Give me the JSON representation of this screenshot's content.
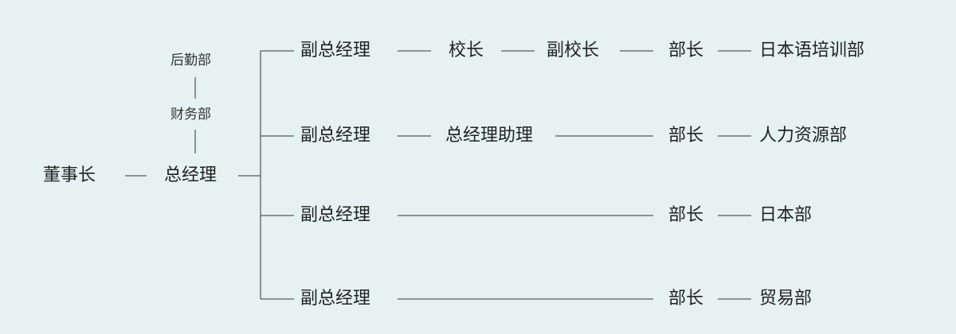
{
  "org_chart": {
    "chairman": "董事长",
    "general_manager": "总经理",
    "logistics_dept": "后勤部",
    "finance_dept": "财务部",
    "branches": [
      {
        "vp": "副总经理",
        "chain": [
          "校长",
          "副校长"
        ],
        "head": "部长",
        "department": "日本语培训部"
      },
      {
        "vp": "副总经理",
        "chain": [
          "总经理助理"
        ],
        "head": "部长",
        "department": "人力资源部"
      },
      {
        "vp": "副总经理",
        "chain": [],
        "head": "部长",
        "department": "日本部"
      },
      {
        "vp": "副总经理",
        "chain": [],
        "head": "部长",
        "department": "贸易部"
      }
    ]
  },
  "colors": {
    "background": "#e6f2f1",
    "line": "#333333",
    "text": "#222222"
  }
}
